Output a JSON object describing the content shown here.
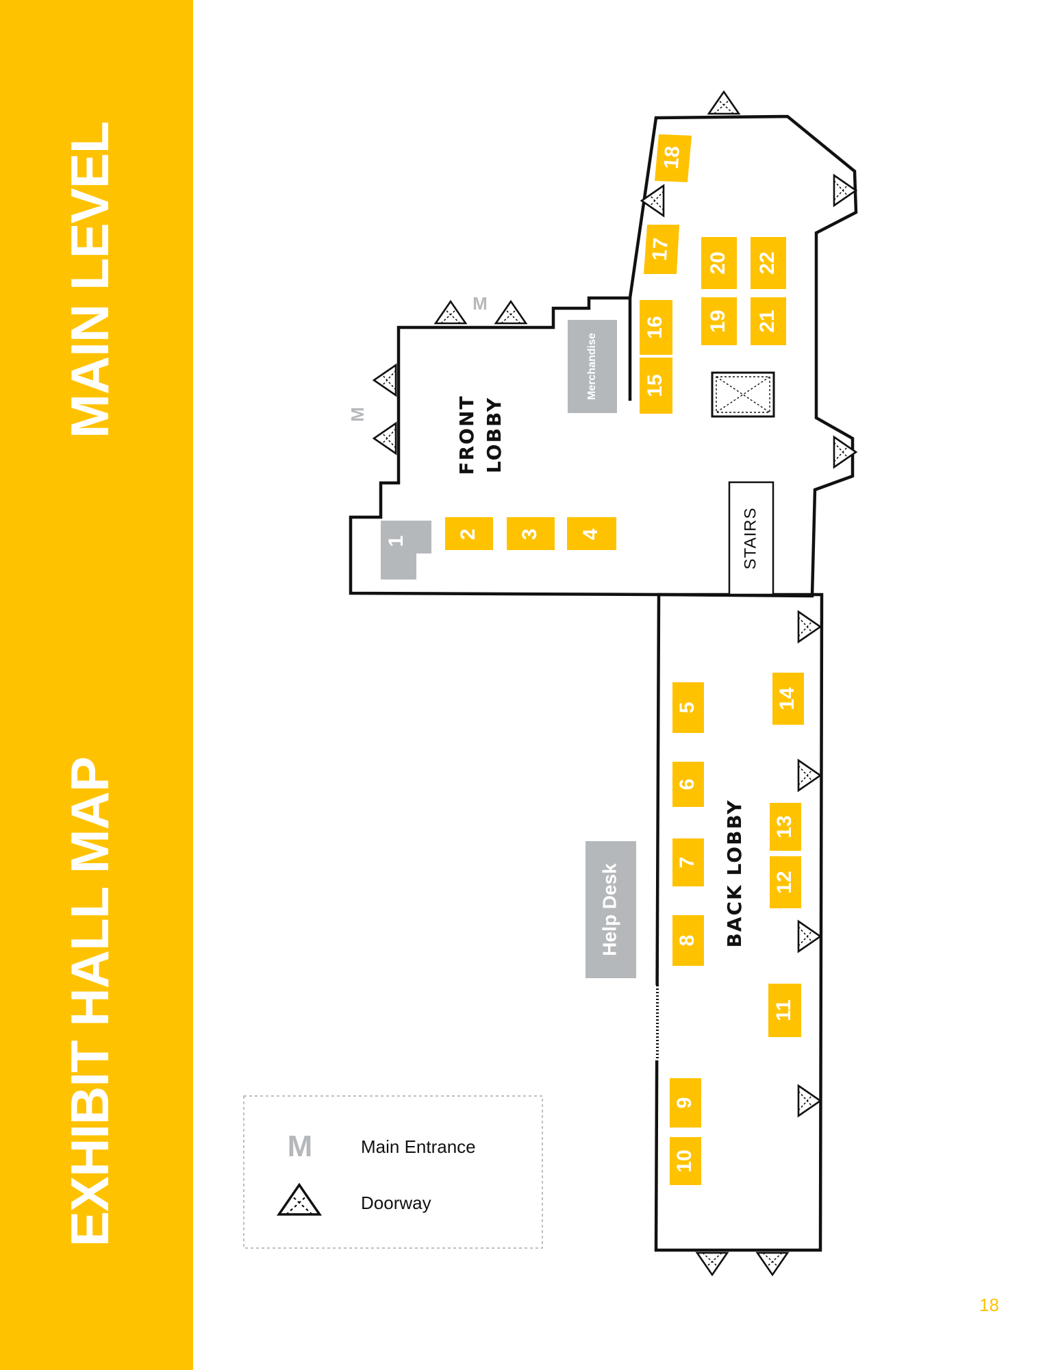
{
  "sidebar": {
    "title": "EXHIBIT HALL MAP",
    "subtitle": "MAIN LEVEL"
  },
  "map": {
    "zones": {
      "front_lobby_line1": "FRONT",
      "front_lobby_line2": "LOBBY",
      "back_lobby": "BACK LOBBY",
      "stairs": "STAIRS",
      "merchandise": "Merchandise",
      "help_desk": "Help Desk",
      "entrance_marker": "M"
    },
    "booths": [
      "1",
      "2",
      "3",
      "4",
      "5",
      "6",
      "7",
      "8",
      "9",
      "10",
      "11",
      "12",
      "13",
      "14",
      "15",
      "16",
      "17",
      "18",
      "19",
      "20",
      "21",
      "22"
    ]
  },
  "legend": {
    "main_entrance_icon": "M",
    "main_entrance_label": "Main Entrance",
    "doorway_label": "Doorway"
  },
  "colors": {
    "accent": "#ffc200",
    "booth": "#ffc200",
    "gray_block": "#b5b8bb",
    "wall": "#111111"
  },
  "page": {
    "number": "18"
  }
}
